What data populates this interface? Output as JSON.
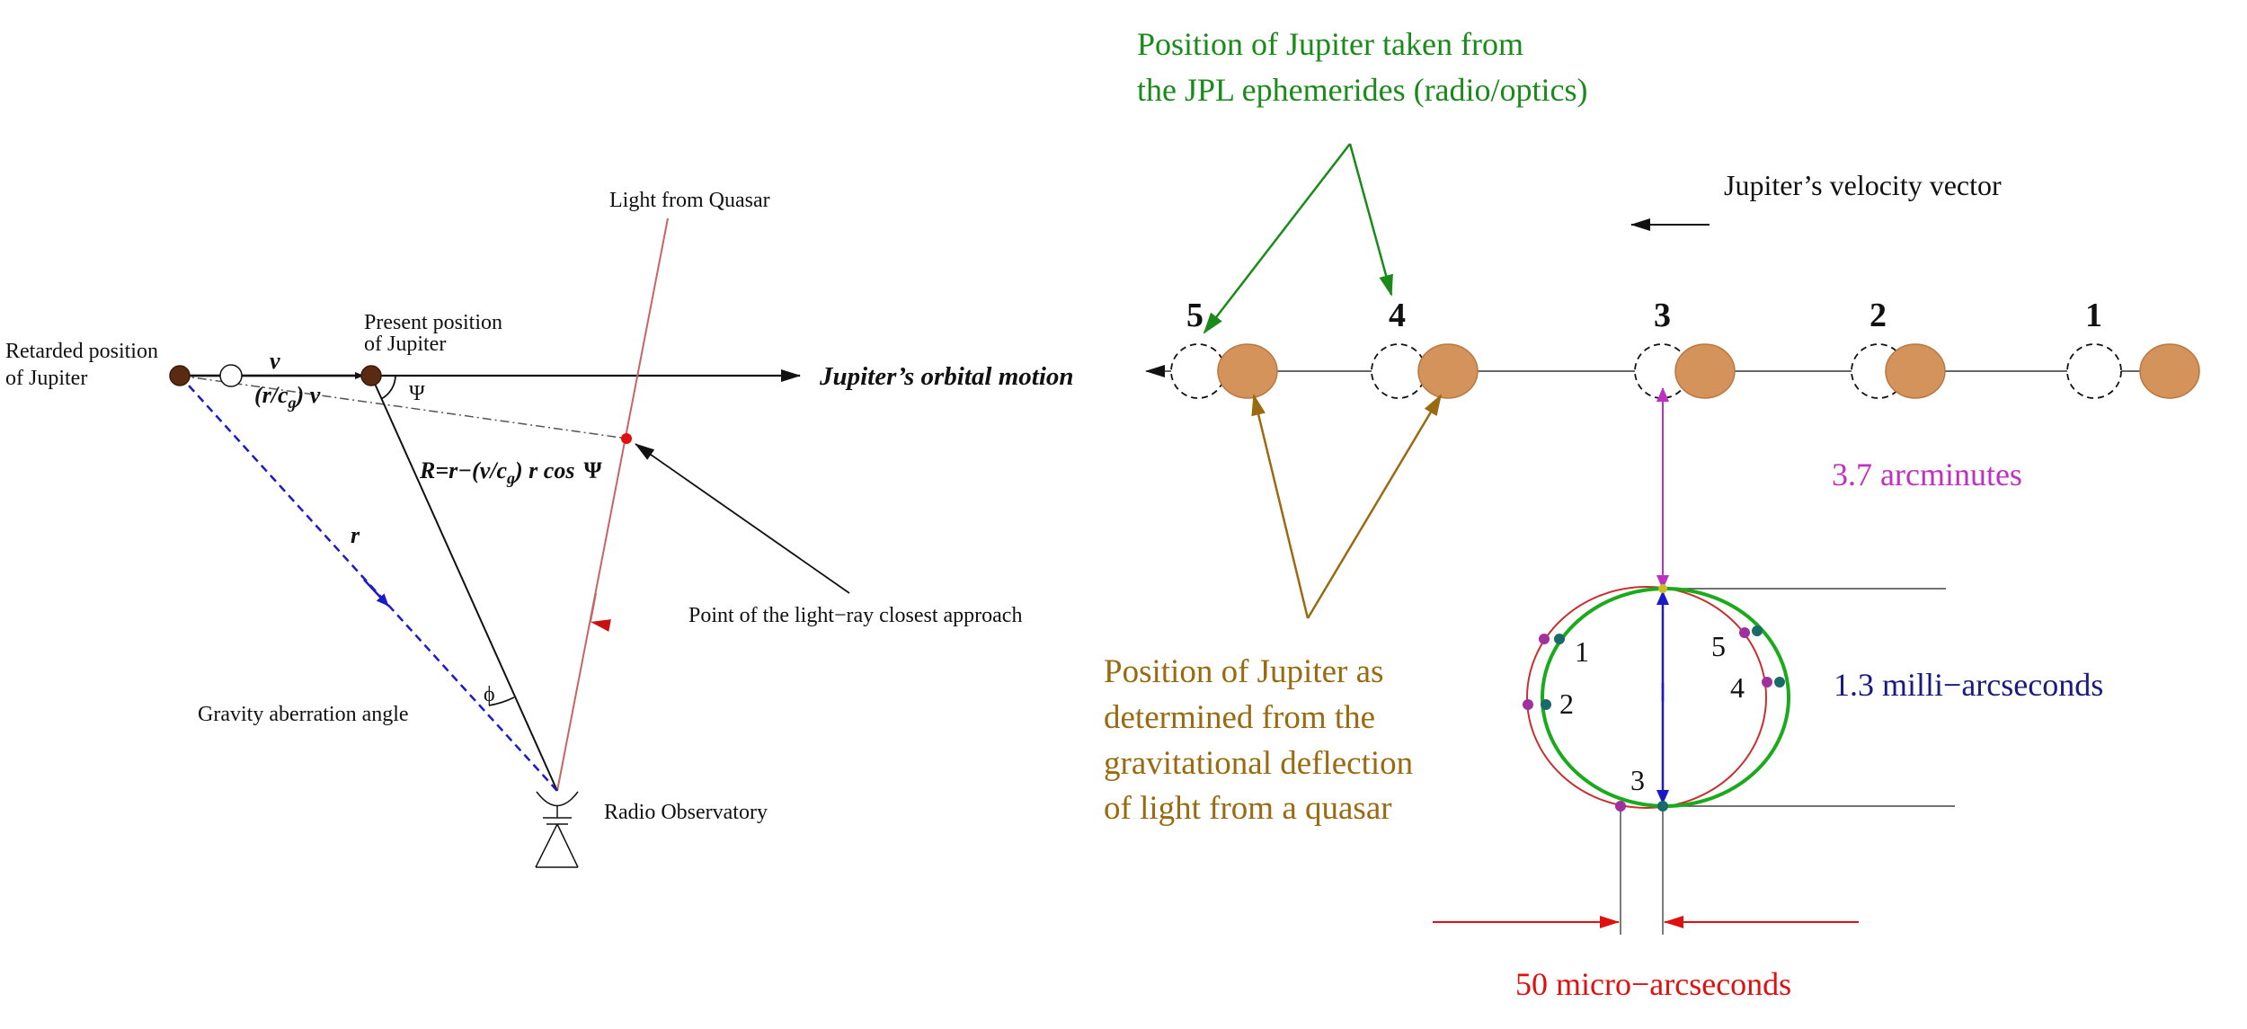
{
  "left_diagram": {
    "retarded_line1": "Retarded position",
    "retarded_line2": "of Jupiter",
    "present_line1": "Present position",
    "present_line2": "of Jupiter",
    "light_from_quasar": "Light from Quasar",
    "v_label": "v",
    "rcg_prefix": "(r/c",
    "rcg_sub": "g",
    "rcg_suffix": ") v",
    "orbital_motion": "Jupiter’s orbital motion",
    "psi_symbol": "Ψ",
    "formula_prefix": "R=r−(v/c",
    "formula_sub": "g",
    "formula_suffix": ") r cos",
    "formula_psi": "Ψ",
    "r_label": "r",
    "closest_approach": "Point of the light−ray closest approach",
    "gravity_aberration": "Gravity aberration angle",
    "phi_symbol": "ϕ",
    "radio_observatory": "Radio Observatory"
  },
  "right_diagram": {
    "jpl_line1": "Position of Jupiter taken from",
    "jpl_line2": "the JPL ephemerides (radio/optics)",
    "velocity_vector": "Jupiter’s velocity vector",
    "position_numbers": [
      "5",
      "4",
      "3",
      "2",
      "1"
    ],
    "arcminutes": "3.7 arcminutes",
    "deflection_line1": "Position of Jupiter as",
    "deflection_line2": "determined from the",
    "deflection_line3": "gravitational deflection",
    "deflection_line4": "of light from a quasar",
    "milli_arcseconds": "1.3 milli−arcseconds",
    "micro_arcseconds": "50 micro−arcseconds",
    "ellipse_labels": [
      "1",
      "2",
      "3",
      "4",
      "5"
    ]
  },
  "colors": {
    "jupiter_fill": "#D4935A",
    "jupiter_dark": "#5A2A12",
    "green": "#1A8A1A",
    "gold": "#9A6A10",
    "magenta": "#C030C0",
    "navy": "#1A1A80",
    "red": "#E01010",
    "quasar_ray": "#C86464",
    "dash_blue": "#1A1AC8"
  }
}
